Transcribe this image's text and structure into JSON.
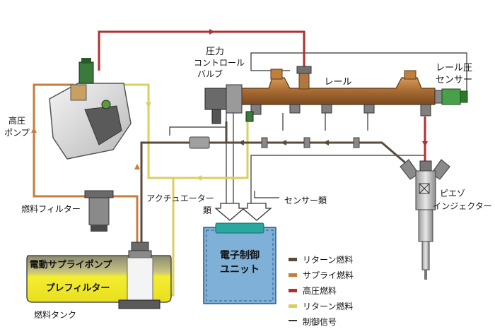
{
  "labels": {
    "pressure_valve_1": "圧力",
    "pressure_valve_2": "コントロール",
    "pressure_valve_3": "バルブ",
    "rail": "レール",
    "rail_sensor_1": "レール圧",
    "rail_sensor_2": "センサー",
    "hp_pump_1": "高圧",
    "hp_pump_2": "ポンプ",
    "fuel_filter": "燃料フィルター",
    "actuators_1": "アクチュエーター",
    "actuators_2": "類",
    "sensors": "センサー類",
    "piezo_1": "ピエゾ",
    "piezo_2": "インジェクター",
    "ecu_1": "電子制御",
    "ecu_2": "ユニット",
    "supply_pump": "電動サプライポンプ",
    "prefilter": "プレフィルター",
    "fuel_tank": "燃料タンク"
  },
  "legend": [
    {
      "label": "リターン燃料",
      "color": "#5a4a3a",
      "style": "solid"
    },
    {
      "label": "サプライ燃料",
      "color": "#c87c3c",
      "style": "solid"
    },
    {
      "label": "高圧燃料",
      "color": "#b03030",
      "style": "solid"
    },
    {
      "label": "リターン燃料",
      "color": "#d8d060",
      "style": "solid"
    },
    {
      "label": "制御信号",
      "color": "#333333",
      "style": "thin"
    }
  ],
  "colors": {
    "return_dark": "#5a4a3a",
    "supply": "#c87c3c",
    "high_pressure": "#b03030",
    "return_yellow": "#d8d060",
    "rail_body": "#b07840",
    "ecu_fill": "#7fb0d8",
    "ecu_connector": "#2aa8a0",
    "tank_fill": "#f0ea40"
  }
}
